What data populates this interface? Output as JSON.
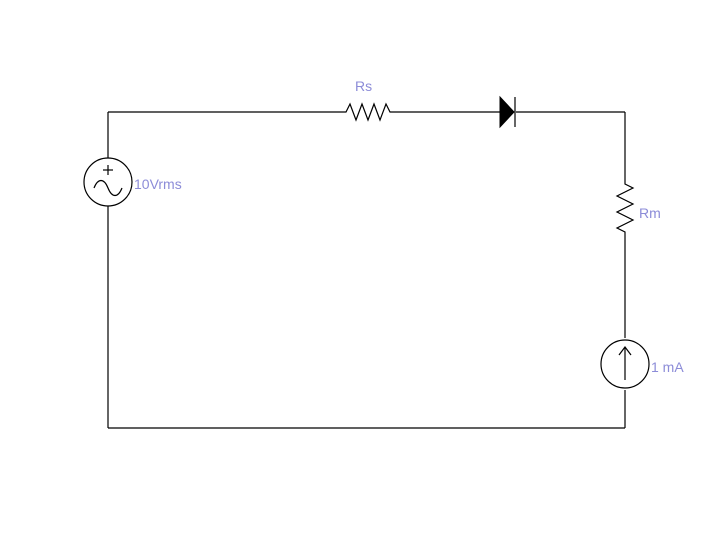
{
  "colors": {
    "wire": "#000000",
    "label": "#8c8cd8",
    "background": "#ffffff"
  },
  "components": {
    "source_voltage": {
      "label": "10Vrms",
      "icon": "ac-voltage-source-icon",
      "polarity": "+"
    },
    "resistor_s": {
      "label": "Rs",
      "icon": "resistor-icon"
    },
    "diode": {
      "label": "",
      "icon": "diode-icon"
    },
    "resistor_m": {
      "label": "Rm",
      "icon": "resistor-icon"
    },
    "current_source": {
      "label": "1 mA",
      "icon": "current-source-icon"
    }
  }
}
